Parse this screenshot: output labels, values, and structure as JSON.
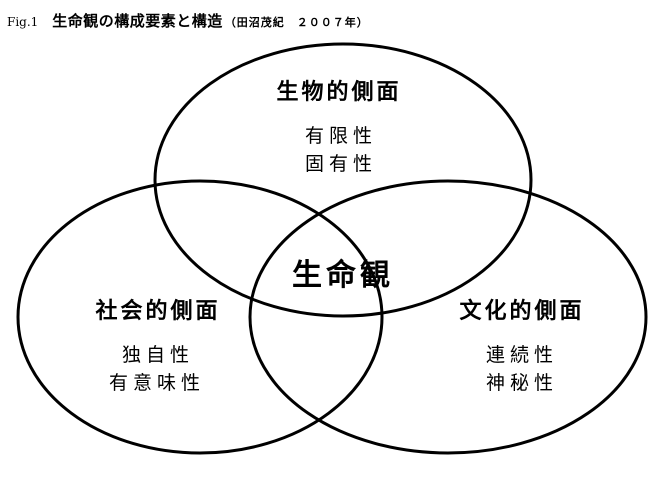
{
  "caption": {
    "label": "Fig.1",
    "title": "生命観の構成要素と構造",
    "source": "（田沼茂紀　２００７年）"
  },
  "diagram": {
    "center": "生命観",
    "circles": [
      {
        "heading": "生物的側面",
        "attributes": [
          "有限性",
          "固有性"
        ]
      },
      {
        "heading": "社会的側面",
        "attributes": [
          "独自性",
          "有意味性"
        ]
      },
      {
        "heading": "文化的側面",
        "attributes": [
          "連続性",
          "神秘性"
        ]
      }
    ]
  }
}
